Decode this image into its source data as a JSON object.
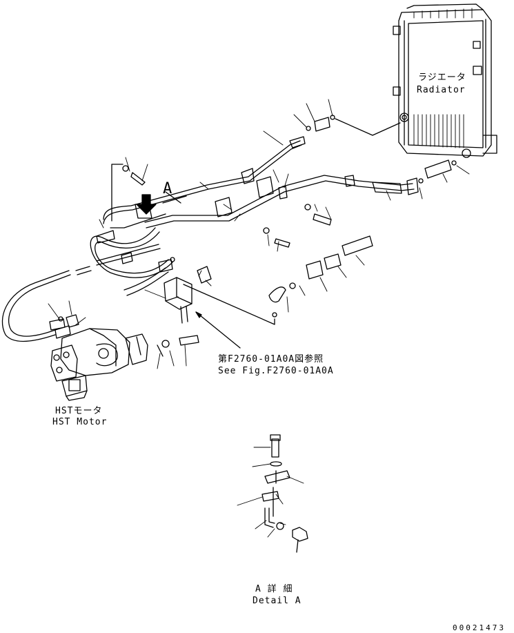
{
  "labels": {
    "radiator_jp": "ラジエータ",
    "radiator_en": "Radiator",
    "view_a": "A",
    "ref_jp": "第F2760-01A0A図参照",
    "ref_en": "See Fig.F2760-01A0A",
    "hst_jp": "HSTモータ",
    "hst_en": "HST Motor",
    "detail_jp": "A 詳 細",
    "detail_en": "Detail A",
    "drawing_no": "00021473"
  },
  "colors": {
    "line": "#000000",
    "background": "#ffffff"
  }
}
